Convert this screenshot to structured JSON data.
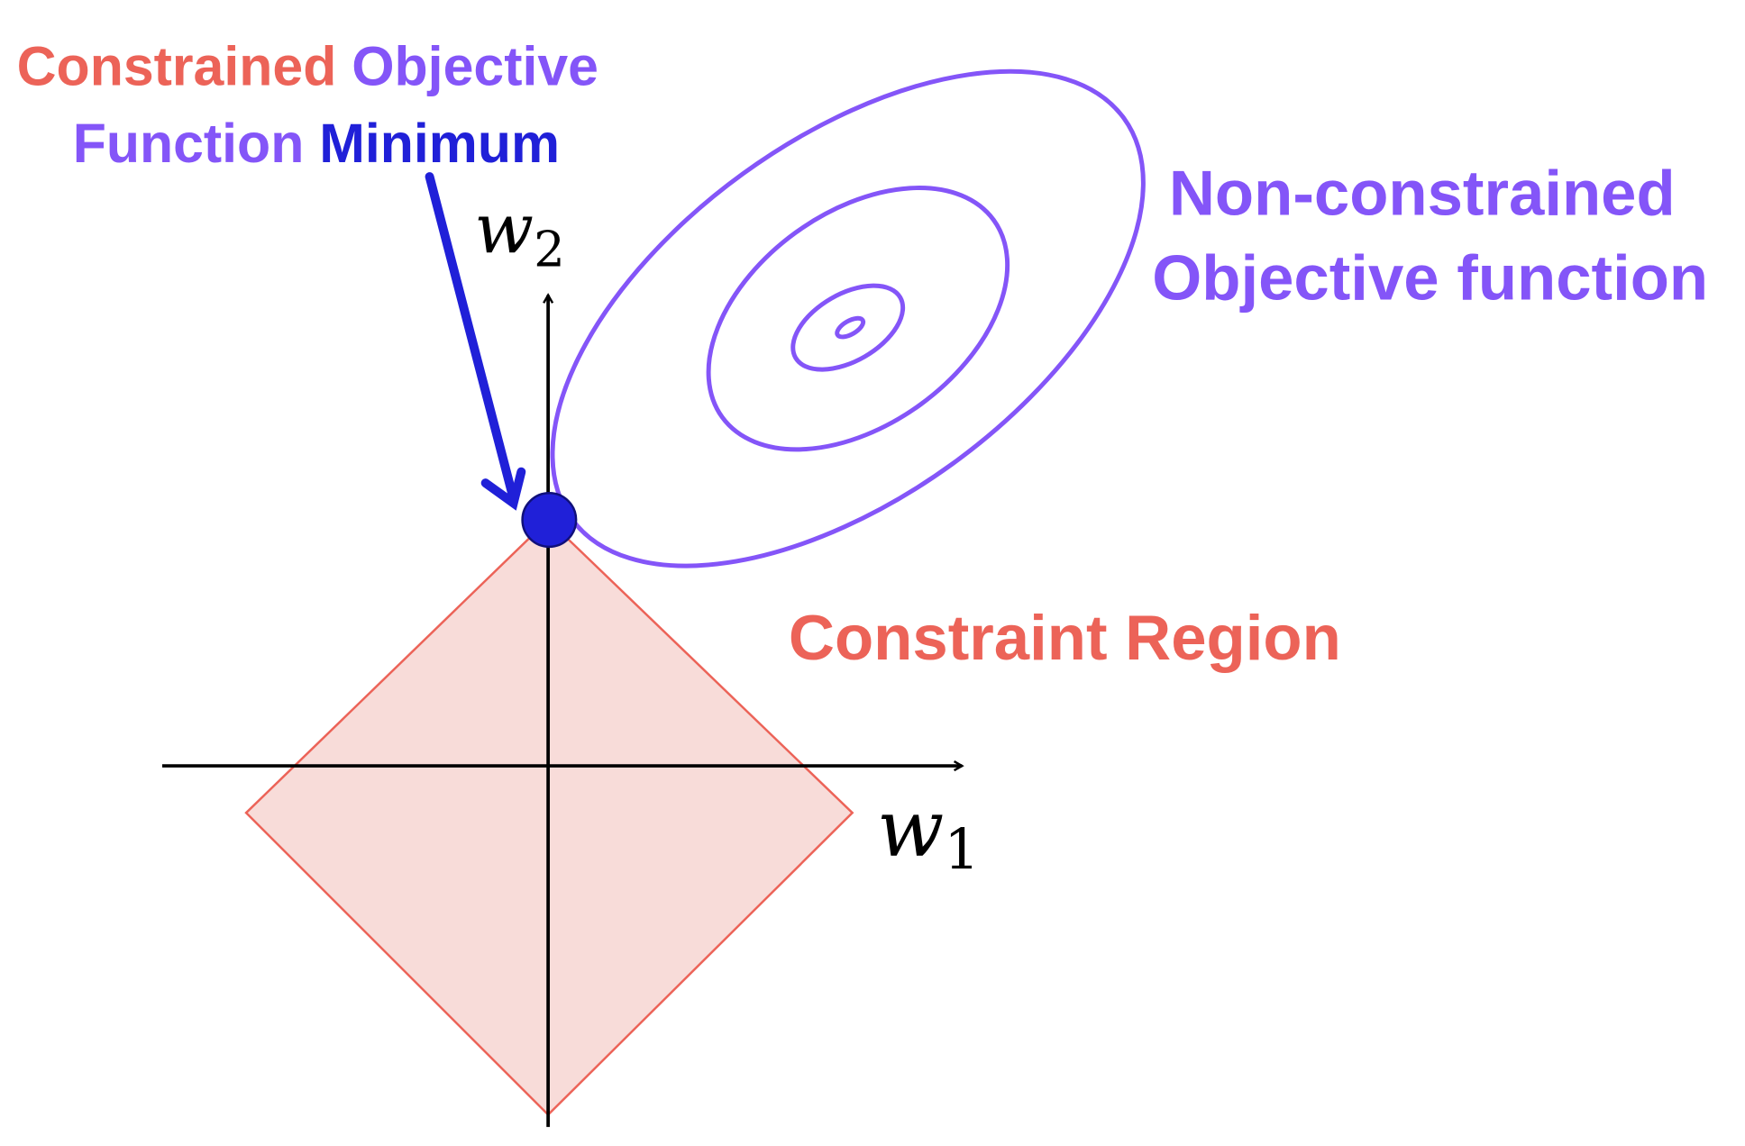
{
  "colors": {
    "constraint": "#EC6358",
    "objective": "#8455F8",
    "minimum": "#2020D8",
    "region_fill": "#F8DCD9",
    "axis": "#000000"
  },
  "title": {
    "word1": "Constrained",
    "word2": "Objective",
    "word3": "Function",
    "word4": "Minimum"
  },
  "objective_label": {
    "line1": "Non-constrained",
    "line2": "Objective function"
  },
  "region_label": "Constraint Region",
  "axes": {
    "x_var": "w",
    "x_sub": "1",
    "y_var": "w",
    "y_sub": "2"
  }
}
